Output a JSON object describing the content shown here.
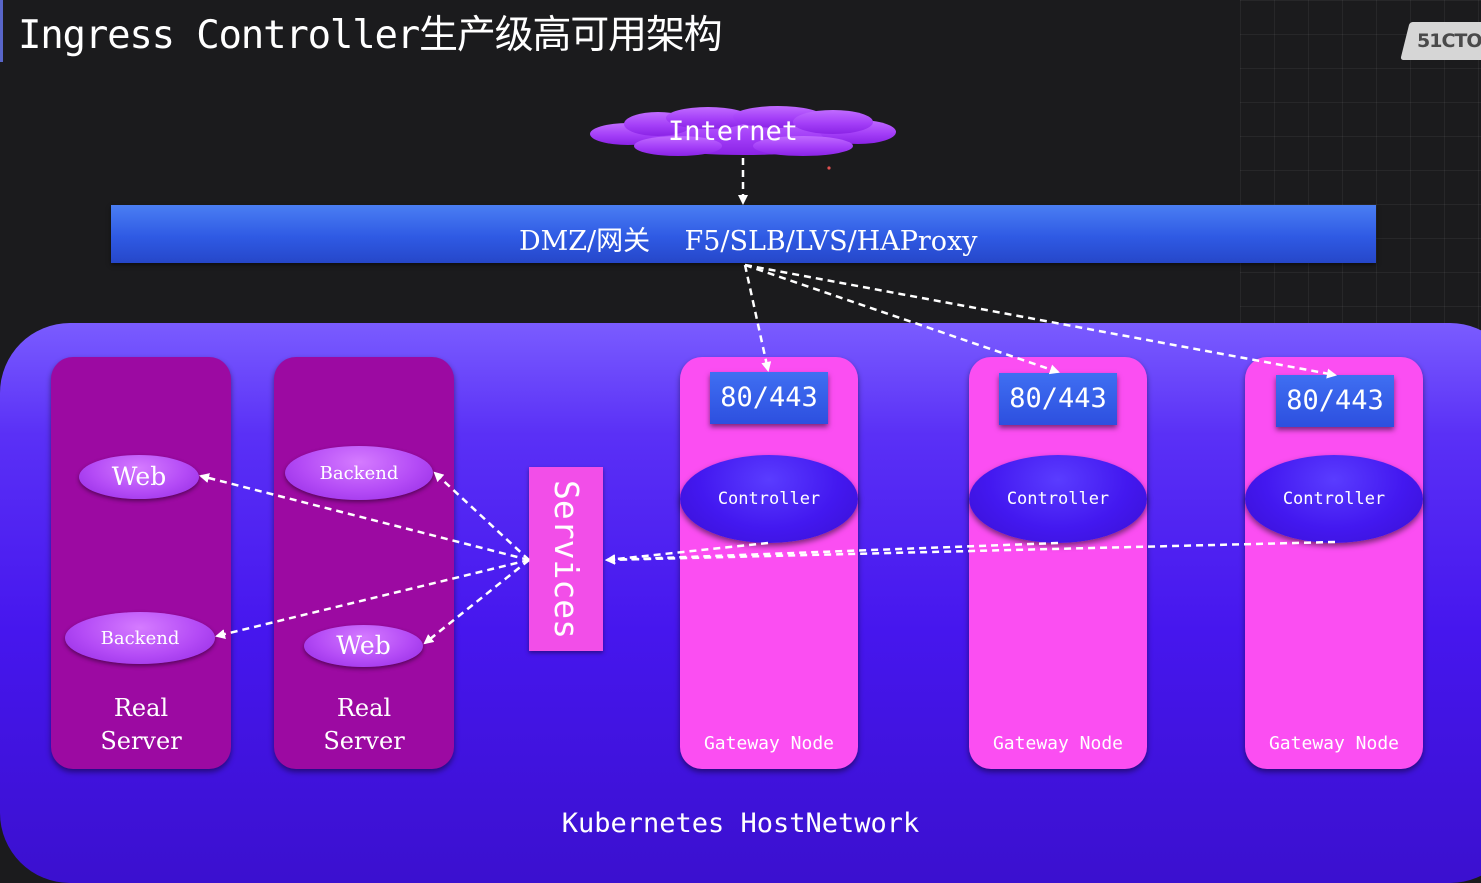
{
  "title": "Ingress Controller生产级高可用架构",
  "watermark": "51CTO",
  "internet": "Internet",
  "dmz": {
    "label": "DMZ/网关    F5/SLB/LVS/HAProxy"
  },
  "cluster": {
    "label": "Kubernetes HostNetwork"
  },
  "services": "Services",
  "real_servers": [
    {
      "label_line1": "Real",
      "label_line2": "Server",
      "upper_app": "Web",
      "lower_app": "Backend"
    },
    {
      "label_line1": "Real",
      "label_line2": "Server",
      "upper_app": "Backend",
      "lower_app": "Web"
    }
  ],
  "gateway_nodes": [
    {
      "port": "80/443",
      "controller": "Controller",
      "label": "Gateway Node"
    },
    {
      "port": "80/443",
      "controller": "Controller",
      "label": "Gateway Node"
    },
    {
      "port": "80/443",
      "controller": "Controller",
      "label": "Gateway Node"
    }
  ],
  "colors": {
    "background": "#1b1b1d",
    "dmz_bar": "#2f5ae4",
    "cluster": "#4616ee",
    "real_server": "#9c0aa2",
    "gateway_node": "#fb4ef2",
    "services": "#f24ee8",
    "app_pill": "#b44bf6",
    "controller": "#4318f0",
    "arrow": "#ffffff"
  },
  "icons": {
    "internet": "cloud-icon"
  }
}
